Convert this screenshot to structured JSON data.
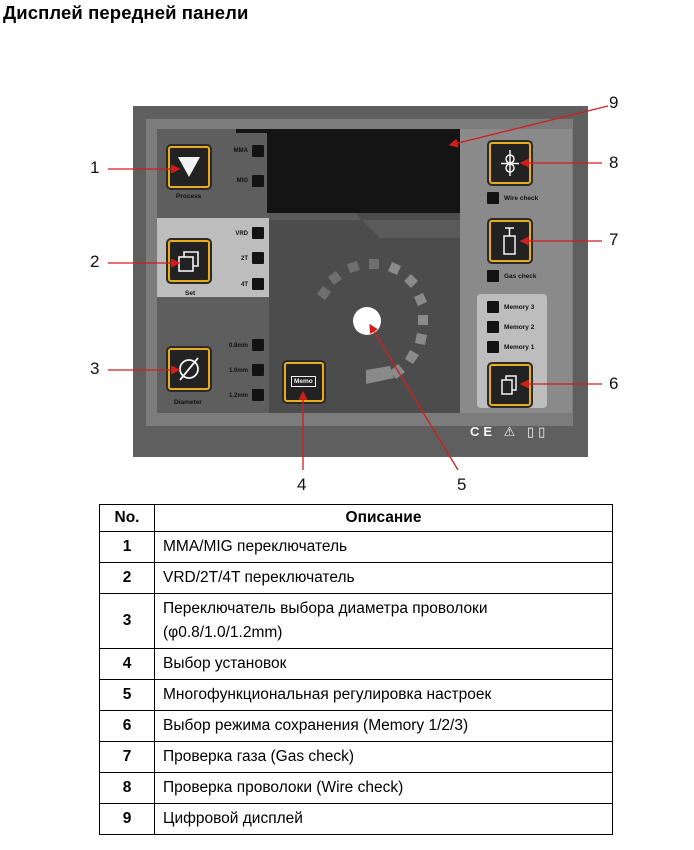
{
  "heading": "Дисплей передней панели",
  "panel": {
    "process_label": "Process",
    "set_label": "Set",
    "diameter_label": "Diameter",
    "mode_labels": [
      "MMA",
      "MIG"
    ],
    "trigger_labels": [
      "VRD",
      "2T",
      "4T"
    ],
    "wire_labels": [
      "0.8mm",
      "1.0mm",
      "1.2mm"
    ],
    "memo_label": "Memo",
    "wire_check_label": "Wire check",
    "gas_check_label": "Gas check",
    "memory_labels": [
      "Memory 3",
      "Memory 2",
      "Memory 1"
    ],
    "bottom_icons": "CE ⚠ ▯▯"
  },
  "callouts": [
    "1",
    "2",
    "3",
    "4",
    "5",
    "6",
    "7",
    "8",
    "9"
  ],
  "table": {
    "headers": [
      "No.",
      "Описание"
    ],
    "rows": [
      {
        "no": "1",
        "text": "MMA/MIG переключатель"
      },
      {
        "no": "2",
        "text": "VRD/2T/4T переключатель"
      },
      {
        "no": "3",
        "text": "Переключатель выбора диаметра проволоки (φ0.8/1.0/1.2mm)"
      },
      {
        "no": "4",
        "text": "Выбор установок"
      },
      {
        "no": "5",
        "text": "Многофункциональная регулировка настроек"
      },
      {
        "no": "6",
        "text": "Выбор режима сохранения (Memory 1/2/3)"
      },
      {
        "no": "7",
        "text": "Проверка газа (Gas check)"
      },
      {
        "no": "8",
        "text": "Проверка проволоки (Wire check)"
      },
      {
        "no": "9",
        "text": "Цифровой дисплей"
      }
    ]
  }
}
